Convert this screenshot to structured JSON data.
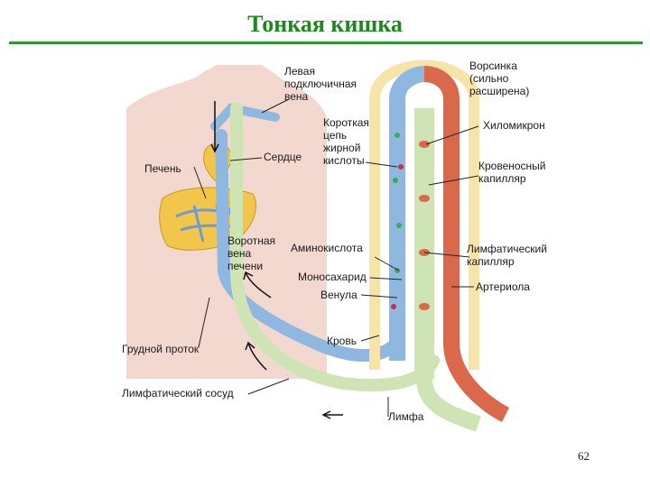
{
  "title": "Тонкая кишка",
  "page_number": "62",
  "labels": {
    "left_subclavian": [
      "Левая",
      "подключичная",
      "вена"
    ],
    "villus": [
      "Ворсинка",
      "(сильно",
      "расширена)"
    ],
    "short_chain": [
      "Короткая",
      "цепь",
      "жирной",
      "кислоты"
    ],
    "chylomicron": "Хиломикрон",
    "heart": "Сердце",
    "liver": "Печень",
    "blood_capillary": [
      "Кровеносный",
      "капилляр"
    ],
    "portal_vein": [
      "Воротная",
      "вена",
      "печени"
    ],
    "amino_acid": "Аминокислота",
    "lymph_capillary": [
      "Лимфатический",
      "капилляр"
    ],
    "monosaccharide": "Моносахарид",
    "arteriole": "Артериола",
    "venule": "Венула",
    "blood": "Кровь",
    "thoracic_duct": "Грудной проток",
    "lymph_vessel": "Лимфатический сосуд",
    "lymph": "Лимфа"
  },
  "colors": {
    "title": "#1a8a1a",
    "skin": "#f2d8cf",
    "liver": "#f2c64a",
    "vein": "#8fb8e0",
    "lymph": "#cfe4b4",
    "artery": "#d9694a",
    "villus_wall": "#f6e4a8"
  }
}
